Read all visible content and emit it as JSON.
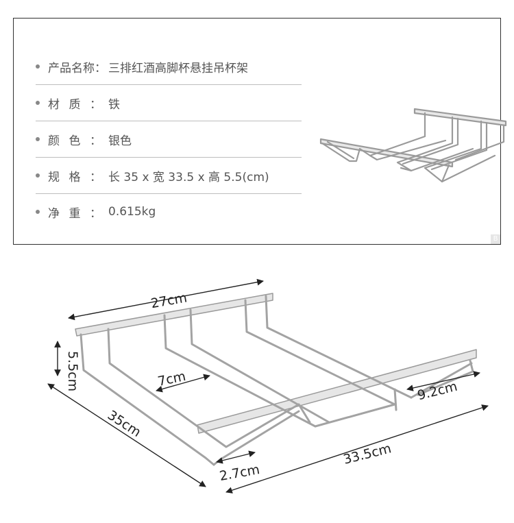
{
  "specs": [
    {
      "label": "产品名称：",
      "value": "三排红酒高脚杯悬挂吊杯架"
    },
    {
      "label_chars": [
        "材",
        "质"
      ],
      "colon": "：",
      "value": "铁"
    },
    {
      "label_chars": [
        "颜",
        "色"
      ],
      "colon": "：",
      "value": "银色"
    },
    {
      "label_chars": [
        "规",
        "格"
      ],
      "colon": "：",
      "value": "长 35 x 宽 33.5 x 高 5.5(cm)"
    },
    {
      "label_chars": [
        "净",
        "重"
      ],
      "colon": "：",
      "value": "0.615kg"
    }
  ],
  "badge": "B",
  "dimensions": {
    "top_width": "27cm",
    "height": "5.5cm",
    "depth": "35cm",
    "row_spacing": "7cm",
    "end_width": "9.2cm",
    "hook_width": "2.7cm",
    "bottom_width": "33.5cm"
  },
  "colors": {
    "border": "#2f2f2f",
    "divider": "#bdbdbd",
    "text": "#555555",
    "metal": "#9a9a9a"
  }
}
